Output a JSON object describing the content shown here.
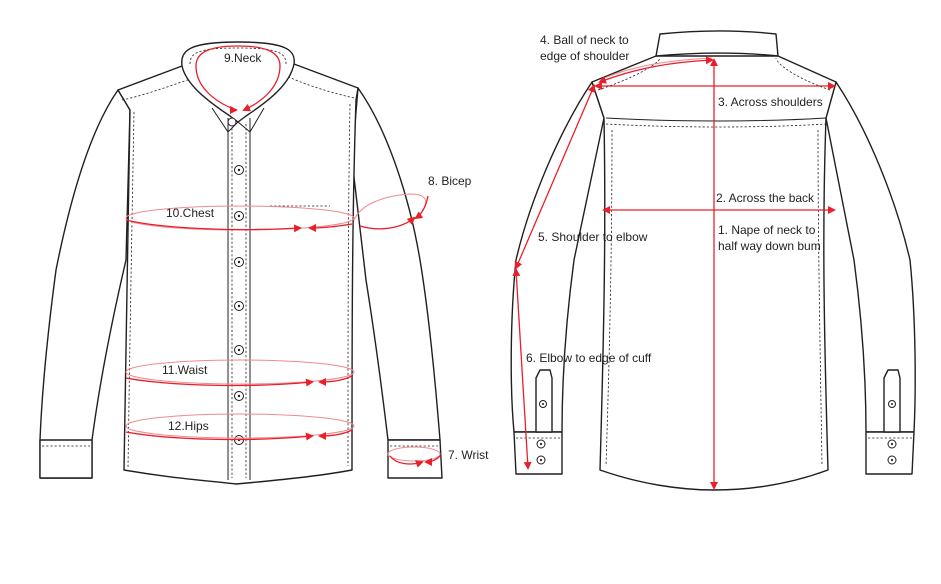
{
  "labels": {
    "neck": "9.Neck",
    "chest": "10.Chest",
    "bicep": "8. Bicep",
    "waist": "11.Waist",
    "hips": "12.Hips",
    "wrist": "7. Wrist",
    "ball_neck_line1": "4. Ball of neck to",
    "ball_neck_line2": "edge of shoulder",
    "across_shoulders": "3. Across shoulders",
    "across_back": "2. Across the back",
    "shoulder_elbow": "5. Shoulder to elbow",
    "nape_line1": "1. Nape of neck to",
    "nape_line2": "half way down bum",
    "elbow_cuff": "6. Elbow to edge of cuff"
  },
  "colors": {
    "outline": "#231f20",
    "measure": "#e8202a",
    "measure_soft": "#f08a90"
  }
}
